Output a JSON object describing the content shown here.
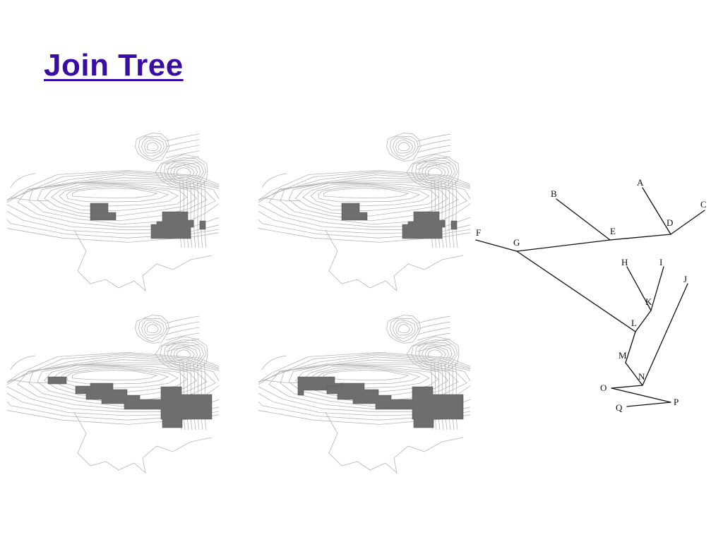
{
  "slide": {
    "title": "Join Tree"
  },
  "colors": {
    "title": "#3a0ca6",
    "contour": "#b5b5b5",
    "region": "#6e6e6e",
    "edge": "#111111"
  },
  "contour_panels": [
    {
      "id": "top-left",
      "regions": [
        "small-left-block",
        "large-center-block",
        "small-right-square"
      ]
    },
    {
      "id": "top-right",
      "regions": [
        "small-left-block",
        "large-center-block",
        "small-right-square"
      ]
    },
    {
      "id": "bottom-left",
      "regions": [
        "left-dash",
        "connected-chain"
      ]
    },
    {
      "id": "bottom-right",
      "regions": [
        "left-hook",
        "connected-chain"
      ]
    }
  ],
  "tree": {
    "nodes": [
      "A",
      "B",
      "C",
      "D",
      "E",
      "F",
      "G",
      "H",
      "I",
      "J",
      "K",
      "L",
      "M",
      "N",
      "O",
      "P",
      "Q"
    ],
    "edges": [
      [
        "F",
        "G"
      ],
      [
        "G",
        "E"
      ],
      [
        "E",
        "D"
      ],
      [
        "B",
        "E"
      ],
      [
        "A",
        "D"
      ],
      [
        "D",
        "C"
      ],
      [
        "G",
        "L"
      ],
      [
        "H",
        "K"
      ],
      [
        "I",
        "K"
      ],
      [
        "K",
        "L"
      ],
      [
        "L",
        "M"
      ],
      [
        "M",
        "N"
      ],
      [
        "J",
        "N"
      ],
      [
        "N",
        "O"
      ],
      [
        "O",
        "P"
      ],
      [
        "P",
        "Q"
      ]
    ]
  }
}
